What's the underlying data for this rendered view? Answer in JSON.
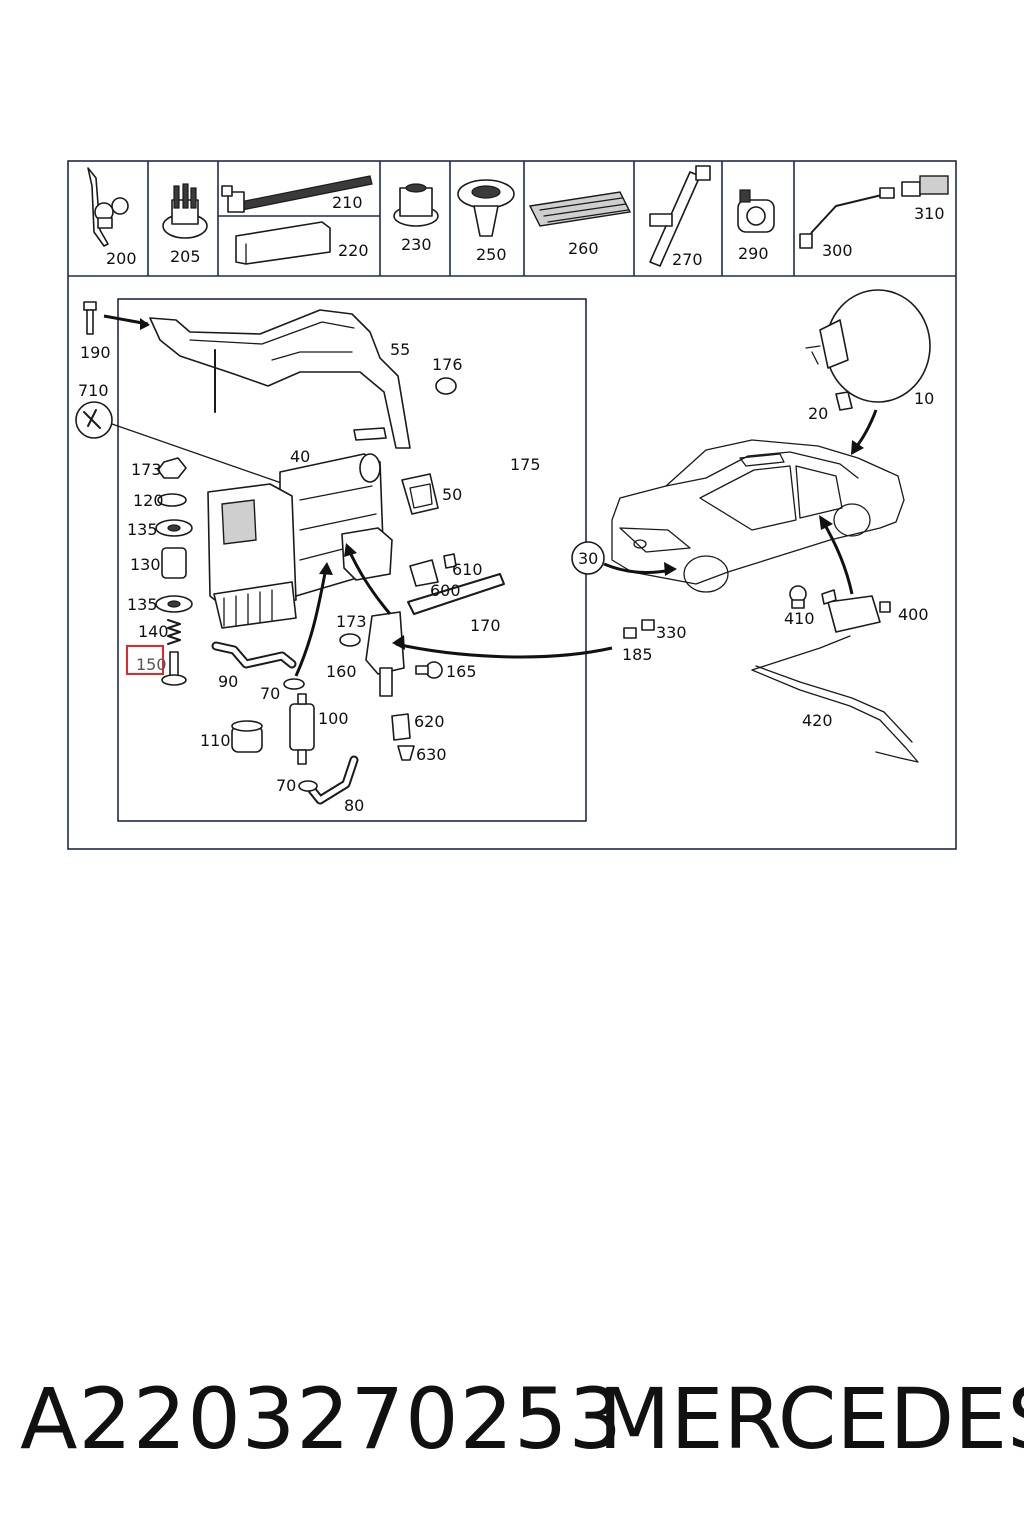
{
  "header_row": [
    {
      "id": "label-200",
      "text": "200"
    },
    {
      "id": "label-205",
      "text": "205"
    },
    {
      "id": "label-210",
      "text": "210"
    },
    {
      "id": "label-220",
      "text": "220"
    },
    {
      "id": "label-230",
      "text": "230"
    },
    {
      "id": "label-250",
      "text": "250"
    },
    {
      "id": "label-260",
      "text": "260"
    },
    {
      "id": "label-270",
      "text": "270"
    },
    {
      "id": "label-290",
      "text": "290"
    },
    {
      "id": "label-300",
      "text": "300"
    },
    {
      "id": "label-310",
      "text": "310"
    }
  ],
  "callouts": [
    {
      "id": "callout-190",
      "text": "190"
    },
    {
      "id": "callout-55",
      "text": "55"
    },
    {
      "id": "callout-176",
      "text": "176"
    },
    {
      "id": "callout-710",
      "text": "710"
    },
    {
      "id": "callout-40",
      "text": "40"
    },
    {
      "id": "callout-175",
      "text": "175"
    },
    {
      "id": "callout-173a",
      "text": "173"
    },
    {
      "id": "callout-120",
      "text": "120"
    },
    {
      "id": "callout-135a",
      "text": "135"
    },
    {
      "id": "callout-50",
      "text": "50"
    },
    {
      "id": "callout-130",
      "text": "130"
    },
    {
      "id": "callout-610",
      "text": "610"
    },
    {
      "id": "callout-600",
      "text": "600"
    },
    {
      "id": "callout-135b",
      "text": "135"
    },
    {
      "id": "callout-140",
      "text": "140"
    },
    {
      "id": "callout-173b",
      "text": "173"
    },
    {
      "id": "callout-170",
      "text": "170"
    },
    {
      "id": "callout-150",
      "text": "150"
    },
    {
      "id": "callout-160",
      "text": "160"
    },
    {
      "id": "callout-165",
      "text": "165"
    },
    {
      "id": "callout-90",
      "text": "90"
    },
    {
      "id": "callout-70a",
      "text": "70"
    },
    {
      "id": "callout-100",
      "text": "100"
    },
    {
      "id": "callout-620",
      "text": "620"
    },
    {
      "id": "callout-110",
      "text": "110"
    },
    {
      "id": "callout-630",
      "text": "630"
    },
    {
      "id": "callout-70b",
      "text": "70"
    },
    {
      "id": "callout-80",
      "text": "80"
    },
    {
      "id": "callout-10",
      "text": "10"
    },
    {
      "id": "callout-20",
      "text": "20"
    },
    {
      "id": "callout-30",
      "text": "30"
    },
    {
      "id": "callout-410",
      "text": "410"
    },
    {
      "id": "callout-400",
      "text": "400"
    },
    {
      "id": "callout-330",
      "text": "330"
    },
    {
      "id": "callout-185",
      "text": "185"
    },
    {
      "id": "callout-420",
      "text": "420"
    }
  ],
  "highlight_color": "#e8242a",
  "frame_color": "#1e2a55",
  "footer": {
    "part_number": "A2203270253",
    "brand": "MERCEDES"
  }
}
